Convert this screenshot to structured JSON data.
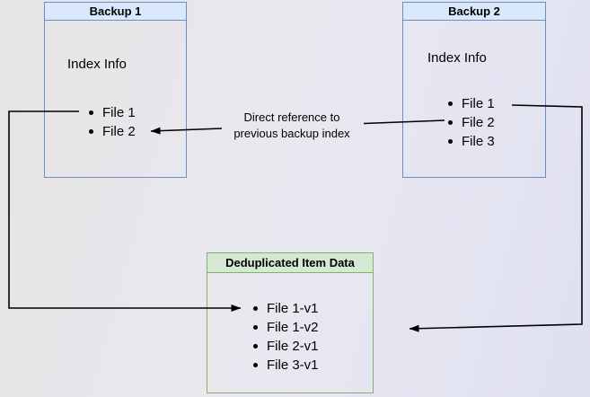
{
  "diagram": {
    "backup1": {
      "title": "Backup 1",
      "subtitle": "Index Info",
      "items": [
        "File 1",
        "File 2"
      ]
    },
    "backup2": {
      "title": "Backup 2",
      "subtitle": "Index Info",
      "items": [
        "File 1",
        "File 2",
        "File 3"
      ]
    },
    "dedup": {
      "title": "Deduplicated Item Data",
      "items": [
        "File 1-v1",
        "File 1-v2",
        "File 2-v1",
        "File 3-v1"
      ]
    },
    "annotation": {
      "line1": "Direct reference to",
      "line2": "previous backup index"
    },
    "colors": {
      "blue_fill": "#dae8fc",
      "blue_border": "#6c8ebf",
      "green_fill": "#d5e8d4",
      "green_border": "#82b366",
      "arrow": "#000000",
      "text": "#000000"
    }
  }
}
